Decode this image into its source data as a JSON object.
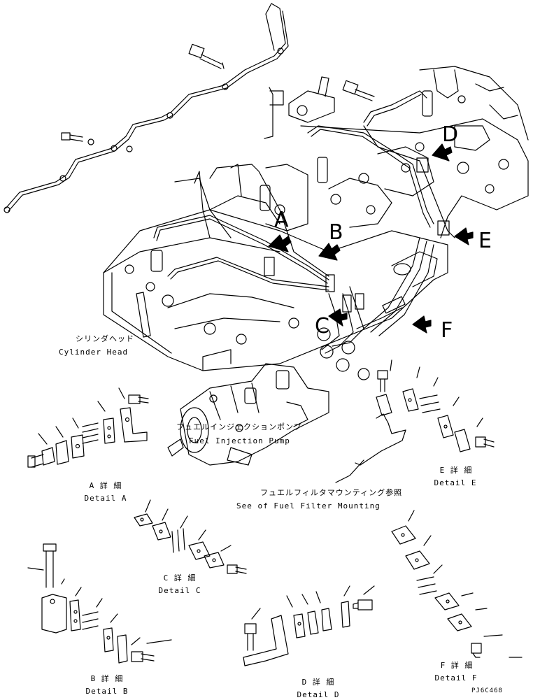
{
  "callouts": {
    "A": "A",
    "B": "B",
    "C": "C",
    "D": "D",
    "E": "E",
    "F": "F"
  },
  "labels": {
    "cylinder_head_jp": "シリンダヘッド",
    "cylinder_head_en": "Cylinder Head",
    "fuel_pump_jp": "フュエルインジェクションポンプ",
    "fuel_pump_en": "Fuel Injection Pump",
    "filter_mount_jp": "フュエルフィルタマウンティング参照",
    "filter_mount_en": "See of Fuel Filter Mounting",
    "detail_a_jp": "A 詳 細",
    "detail_a_en": "Detail A",
    "detail_b_jp": "B 詳 細",
    "detail_b_en": "Detail B",
    "detail_c_jp": "C 詳 細",
    "detail_c_en": "Detail C",
    "detail_d_jp": "D 詳 細",
    "detail_d_en": "Detail D",
    "detail_e_jp": "E 詳 細",
    "detail_e_en": "Detail E",
    "detail_f_jp": "F 詳 細",
    "detail_f_en": "Detail F",
    "drawing_code": "PJ6C468"
  },
  "colors": {
    "line": "#000000",
    "background": "#ffffff"
  }
}
